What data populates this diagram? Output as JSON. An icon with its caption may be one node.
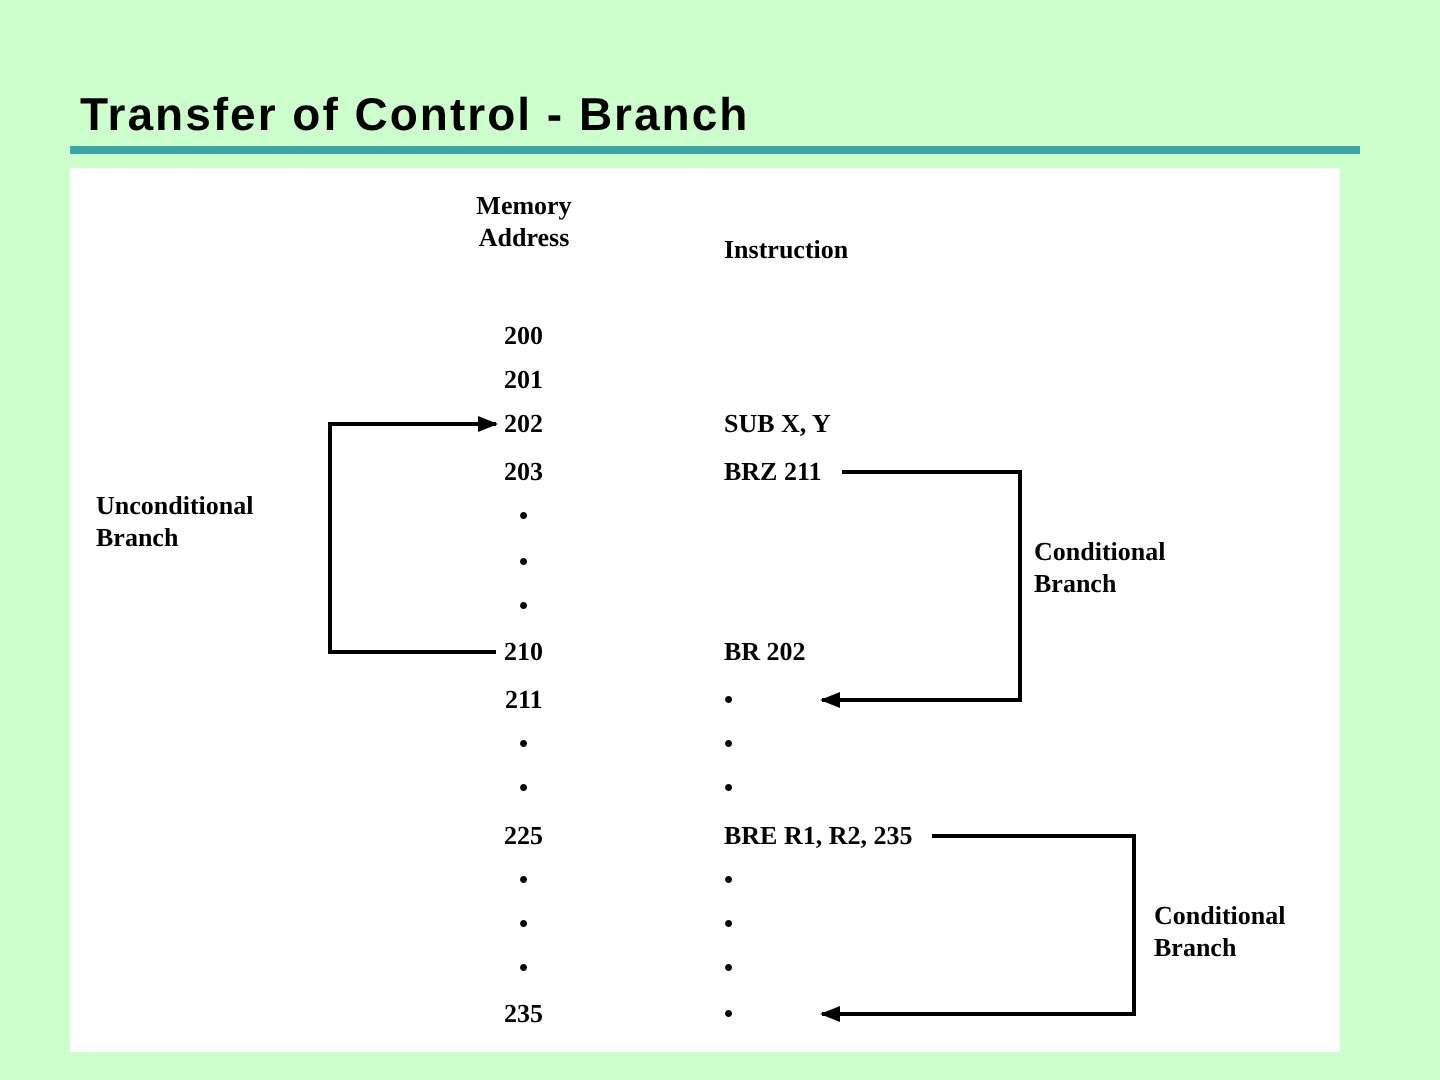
{
  "diagram": {
    "title": "Transfer of Control - Branch",
    "nodes": [
      {
        "text": [
          "202"
        ]
      },
      {
        "text": [
          "BRZ 211"
        ]
      },
      {
        "text": [
          "210"
        ]
      },
      {
        "text": [
          "•"
        ]
      },
      {
        "text": [
          "BRE R1, R2, 235"
        ]
      },
      {
        "text": [
          "•"
        ]
      }
    ],
    "edges": [
      {
        "from": 2,
        "to": 0,
        "arrow": "to",
        "label": "Unconditional Branch"
      },
      {
        "from": 1,
        "to": 3,
        "arrow": "to",
        "label": "Conditional Branch"
      },
      {
        "from": 4,
        "to": 5,
        "arrow": "to",
        "label": "Conditional Branch"
      }
    ],
    "labels": [
      "Memory Address",
      "Instruction",
      "200",
      "201",
      "SUB X, Y",
      "203",
      "•",
      "•",
      "•",
      "BR 202",
      "211",
      "•",
      "•",
      "•",
      "•",
      "225",
      "•",
      "•",
      "•",
      "•",
      "•",
      "•",
      "235"
    ]
  }
}
